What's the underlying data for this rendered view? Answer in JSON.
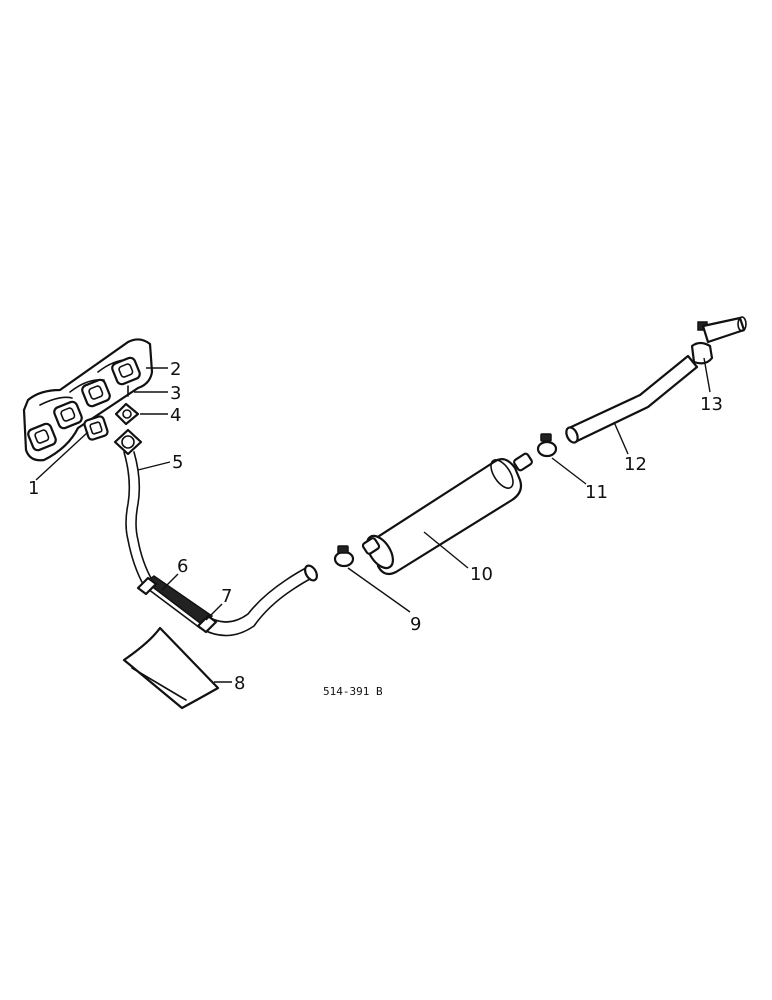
{
  "callouts": {
    "c1": "1",
    "c2": "2",
    "c3": "3",
    "c4": "4",
    "c5": "5",
    "c6": "6",
    "c7": "7",
    "c8": "8",
    "c9": "9",
    "c10": "10",
    "c11": "11",
    "c12": "12",
    "c13": "13"
  },
  "reference_code": "514-391 B"
}
